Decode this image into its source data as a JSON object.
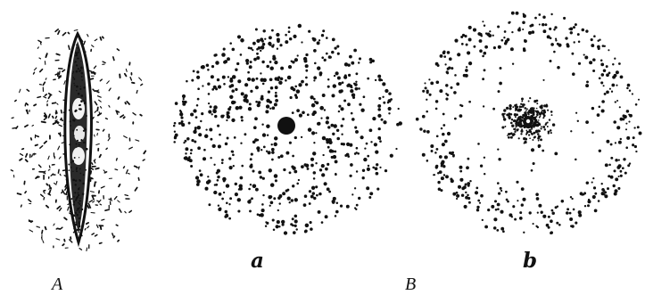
{
  "figure": {
    "labels": {
      "part_A": "A",
      "part_B": "B",
      "sub_a": "a",
      "sub_b": "b"
    },
    "colors": {
      "ink": "#111111",
      "paper": "#ffffff"
    }
  }
}
